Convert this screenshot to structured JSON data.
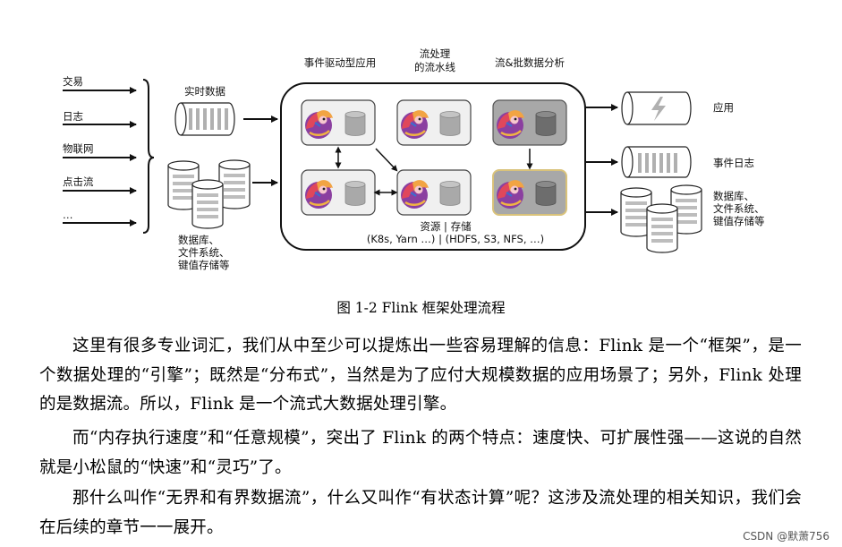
{
  "diagram": {
    "headers": {
      "event_driven": "事件驱动型应用",
      "stream_line1": "流处理",
      "stream_line2": "的流水线",
      "stream_batch": "流&批数据分析"
    },
    "inputs": [
      "交易",
      "日志",
      "物联网",
      "点击流",
      "…"
    ],
    "realtime_label": "实时数据",
    "left_db_label": [
      "数据库、",
      "文件系统、",
      "键值存储等"
    ],
    "resource_line1": "资源    |    存储",
    "resource_line2": "(K8s, Yarn …) | (HDFS, S3, NFS, …)",
    "outputs": {
      "app": "应用",
      "event_log": "事件日志",
      "db": [
        "数据库、",
        "文件系统、",
        "键值存储等"
      ]
    },
    "caption": "图 1-2 Flink  框架处理流程"
  },
  "paragraphs": [
    "这里有很多专业词汇，我们从中至少可以提炼出一些容易理解的信息：Flink 是一个“框架”，是一个数据处理的“引擎”；既然是“分布式”，当然是为了应付大规模数据的应用场景了；另外，Flink 处理的是数据流。所以，Flink 是一个流式大数据处理引擎。",
    "而“内存执行速度”和“任意规模”，突出了 Flink 的两个特点：速度快、可扩展性强——这说的自然就是小松鼠的“快速”和“灵巧”了。",
    "那什么叫作“无界和有界数据流”，什么又叫作“有状态计算”呢？这涉及流处理的相关知识，我们会在后续的章节一一展开。"
  ],
  "watermark": "CSDN @默萧756",
  "colors": {
    "line": "#111111",
    "cylinder_gray": "#a9a9a9",
    "dark_gray": "#7a7a7a",
    "gold_border": "#d9c27a"
  },
  "icons": [
    "arrow-icon",
    "queue-icon",
    "database-icon",
    "squirrel-logo-icon",
    "lightning-icon"
  ]
}
